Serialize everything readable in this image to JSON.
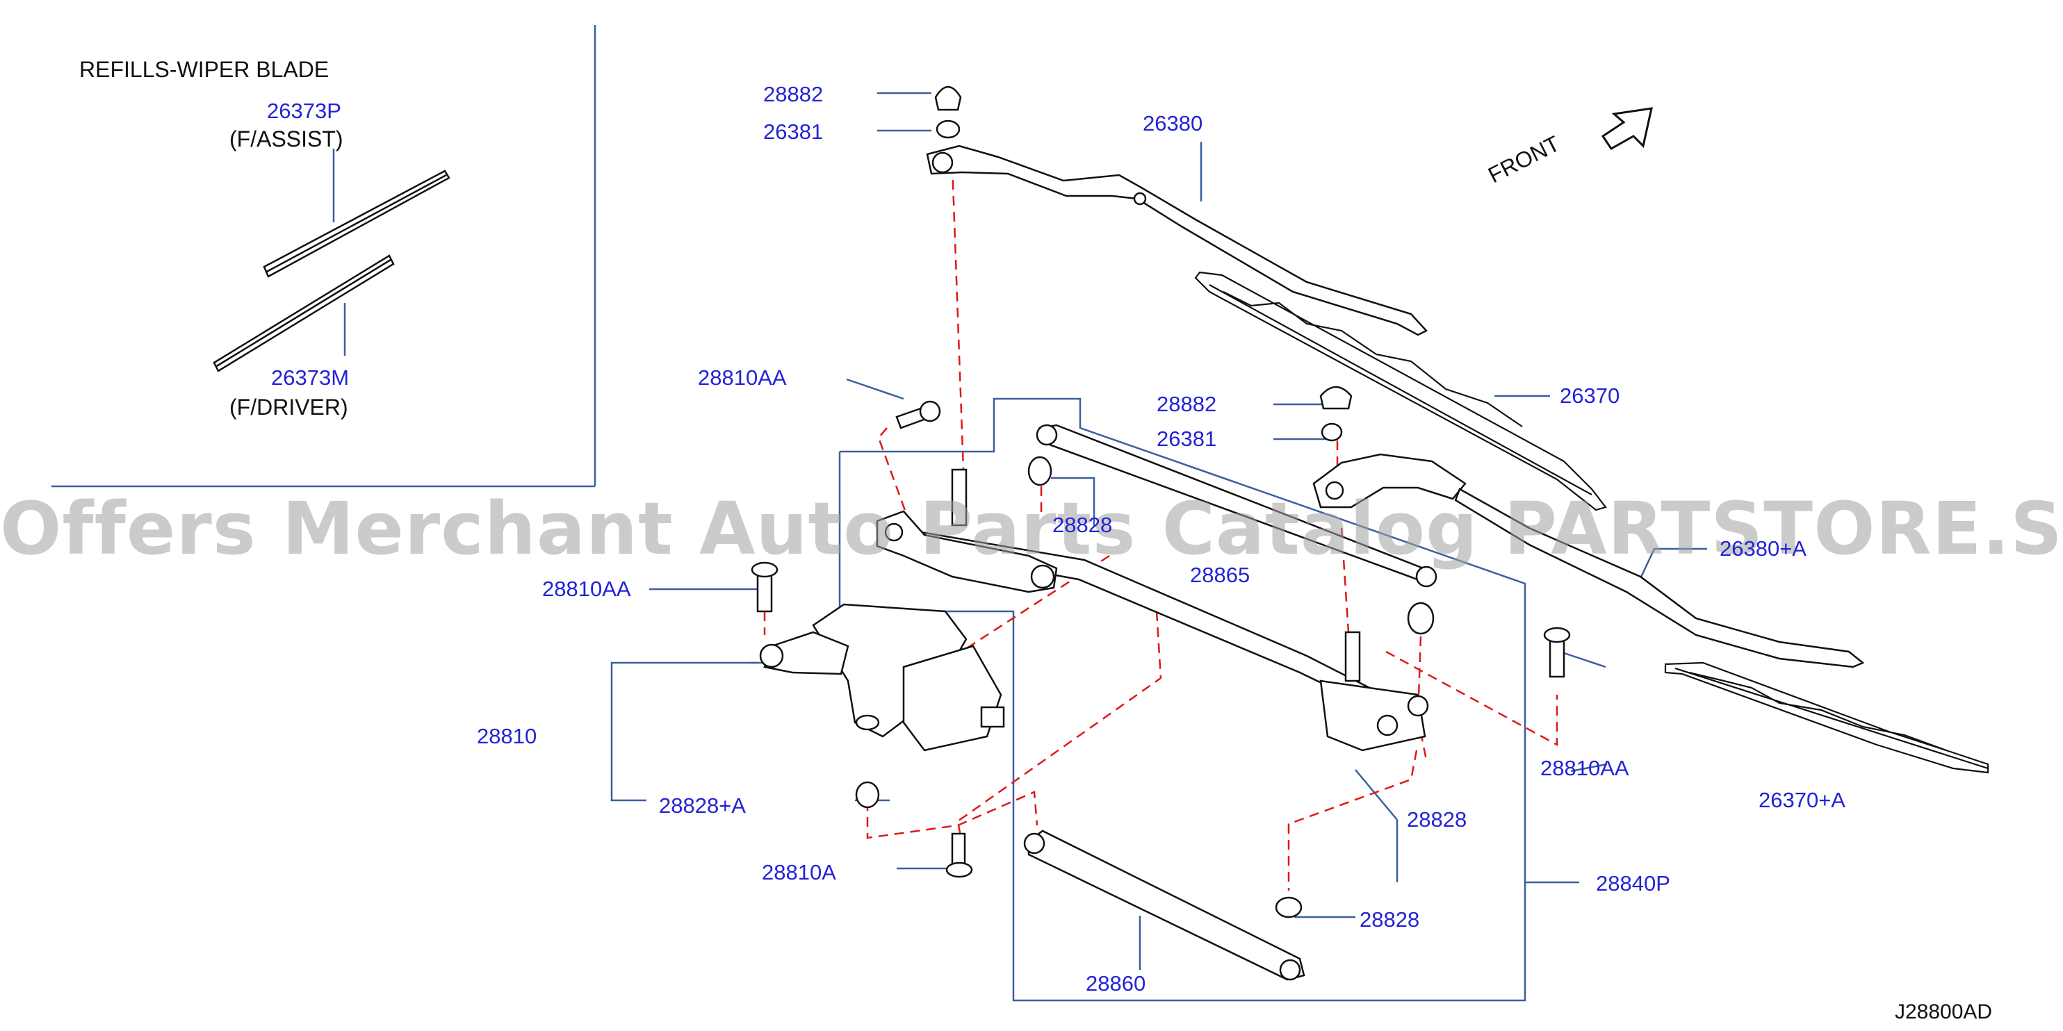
{
  "inset": {
    "title": "REFILLS-WIPER  BLADE",
    "upper_part": "26373P",
    "upper_desc": "(F/ASSIST)",
    "lower_part": "26373M",
    "lower_desc": "(F/DRIVER)"
  },
  "front_label": "FRONT",
  "parts": {
    "p28882_top": "28882",
    "p26381_top": "26381",
    "p26380": "26380",
    "p26370": "26370",
    "p28810AA_a": "28810AA",
    "p28882_mid": "28882",
    "p26381_mid": "26381",
    "p28828_hidden": "28828",
    "p26380A": "26380+A",
    "p28865": "28865",
    "p28810AA_b": "28810AA",
    "p28810": "28810",
    "p28810AA_c": "28810AA",
    "p26370A": "26370+A",
    "p28828A": "28828+A",
    "p28828_right": "28828",
    "p28810A": "28810A",
    "p28840P": "28840P",
    "p28828_low": "28828",
    "p28860": "28860"
  },
  "diagram_code": "J28800AD",
  "watermark": "Offers Merchant Auto Parts Catalog PARTSTORE.SA",
  "colors": {
    "callout": "#2323d6",
    "leader": "#3a5fa0",
    "dashed": "#e01818",
    "line_art": "#111111"
  }
}
